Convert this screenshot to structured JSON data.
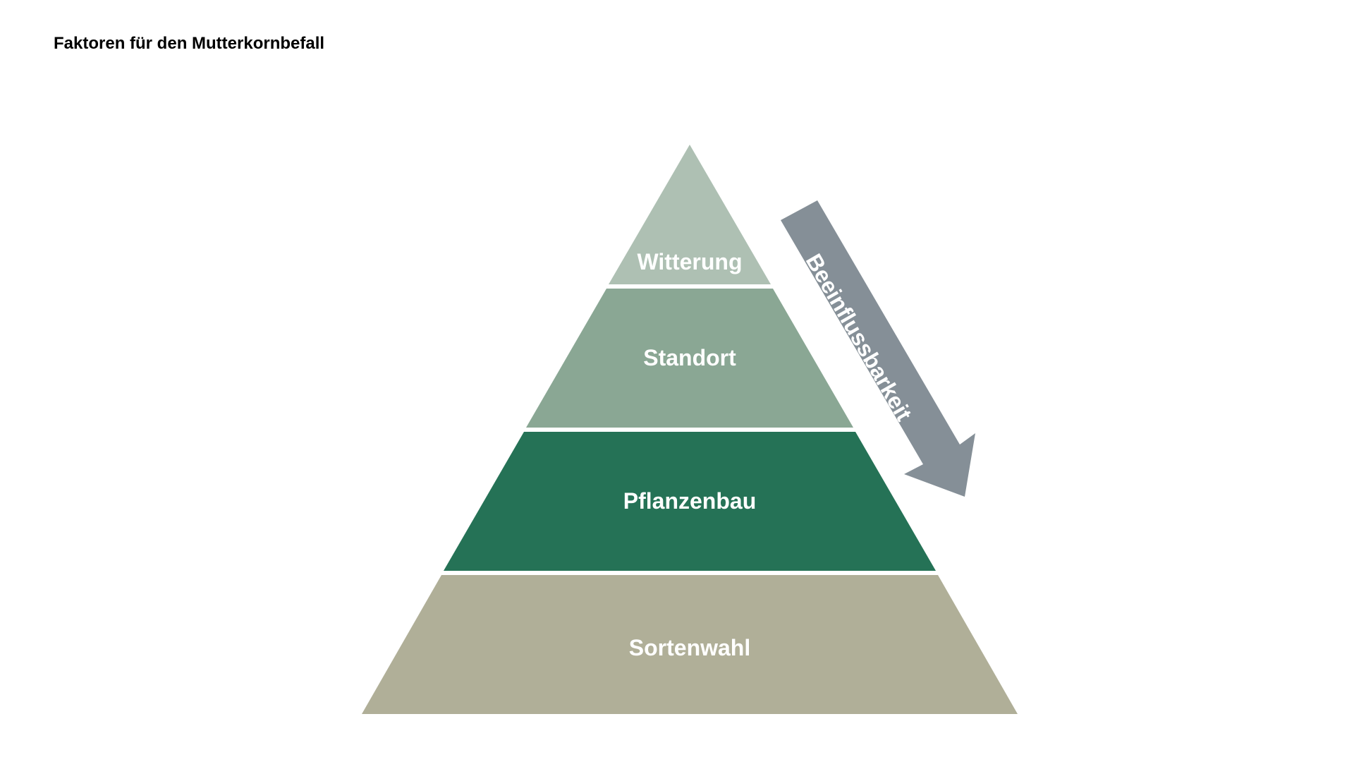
{
  "title": "Faktoren für den Mutterkornbefall",
  "pyramid": {
    "layers": [
      {
        "label": "Witterung",
        "color": "#aec0b3"
      },
      {
        "label": "Standort",
        "color": "#8aa794"
      },
      {
        "label": "Pflanzenbau",
        "color": "#257256"
      },
      {
        "label": "Sortenwahl",
        "color": "#b0af98"
      }
    ]
  },
  "arrow": {
    "label": "Beeinflussbarkeit",
    "color": "#858f97"
  }
}
